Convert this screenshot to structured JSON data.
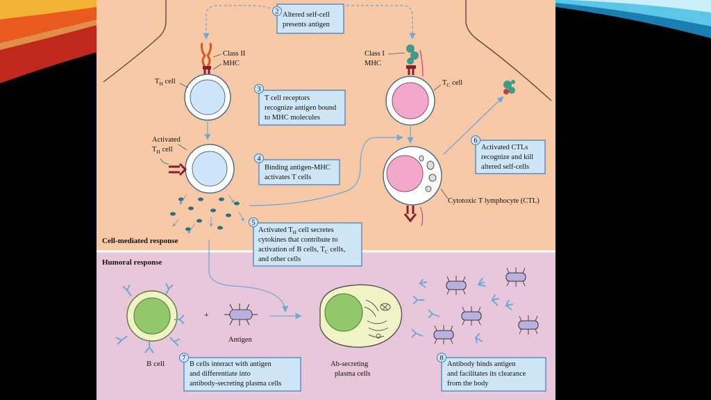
{
  "colors": {
    "cell_mediated_bg": "#f8c9a6",
    "humoral_bg": "#e9c7da",
    "callout_fill": "#cfe6f7",
    "callout_border": "#3a7bbf",
    "arrow": "#6fa9d6",
    "th_cell": "#cfe6f8",
    "tc_cell": "#f2a9c9",
    "b_cell": "#93c96b",
    "cytokine": "#2c6f7d"
  },
  "steps": {
    "s2": {
      "num": "2",
      "lines": [
        "Altered self-cell",
        "presents antigen"
      ]
    },
    "s3": {
      "num": "3",
      "lines": [
        "T cell receptors",
        "recognize antigen bound",
        "to MHC molecules"
      ]
    },
    "s4": {
      "num": "4",
      "lines": [
        "Binding antigen-MHC",
        "activates T cells"
      ]
    },
    "s5": {
      "num": "5",
      "l1a": "Activated T",
      "l1sub": "H",
      "l1b": " cell secretes",
      "l2": "cytokines that contribute to",
      "l3a": "activation of B cells, T",
      "l3sub": "C",
      "l3b": " cells,",
      "l4": "and other cells"
    },
    "s6": {
      "num": "6",
      "lines": [
        "Activated CTLs",
        "recognize and kill",
        "altered self-cells"
      ]
    },
    "s7": {
      "num": "7",
      "lines": [
        "B cells interact with antigen",
        "and differentiate into",
        "antibody-secreting plasma cells"
      ]
    },
    "s8": {
      "num": "8",
      "lines": [
        "Antibody binds antigen",
        "and facilitates its clearance",
        "from the body"
      ]
    }
  },
  "labels": {
    "class2_l1": "Class II",
    "class2_l2": "MHC",
    "class1_l1": "Class I",
    "class1_l2": "MHC",
    "th_main": "T",
    "th_sub": "H",
    "th_rest": " cell",
    "tc_main": "T",
    "tc_sub": "C",
    "tc_rest": " cell",
    "activated": "Activated",
    "ath_main": "T",
    "ath_sub": "H",
    "ath_rest": " cell",
    "ctl": "Cytotoxic T lymphocyte (CTL)",
    "cell_mediated": "Cell-mediated response",
    "humoral": "Humoral response",
    "plus": "+",
    "antigen": "Antigen",
    "b_cell": "B cell",
    "plasma_l1": "Ab-secreting",
    "plasma_l2": "plasma cells"
  }
}
